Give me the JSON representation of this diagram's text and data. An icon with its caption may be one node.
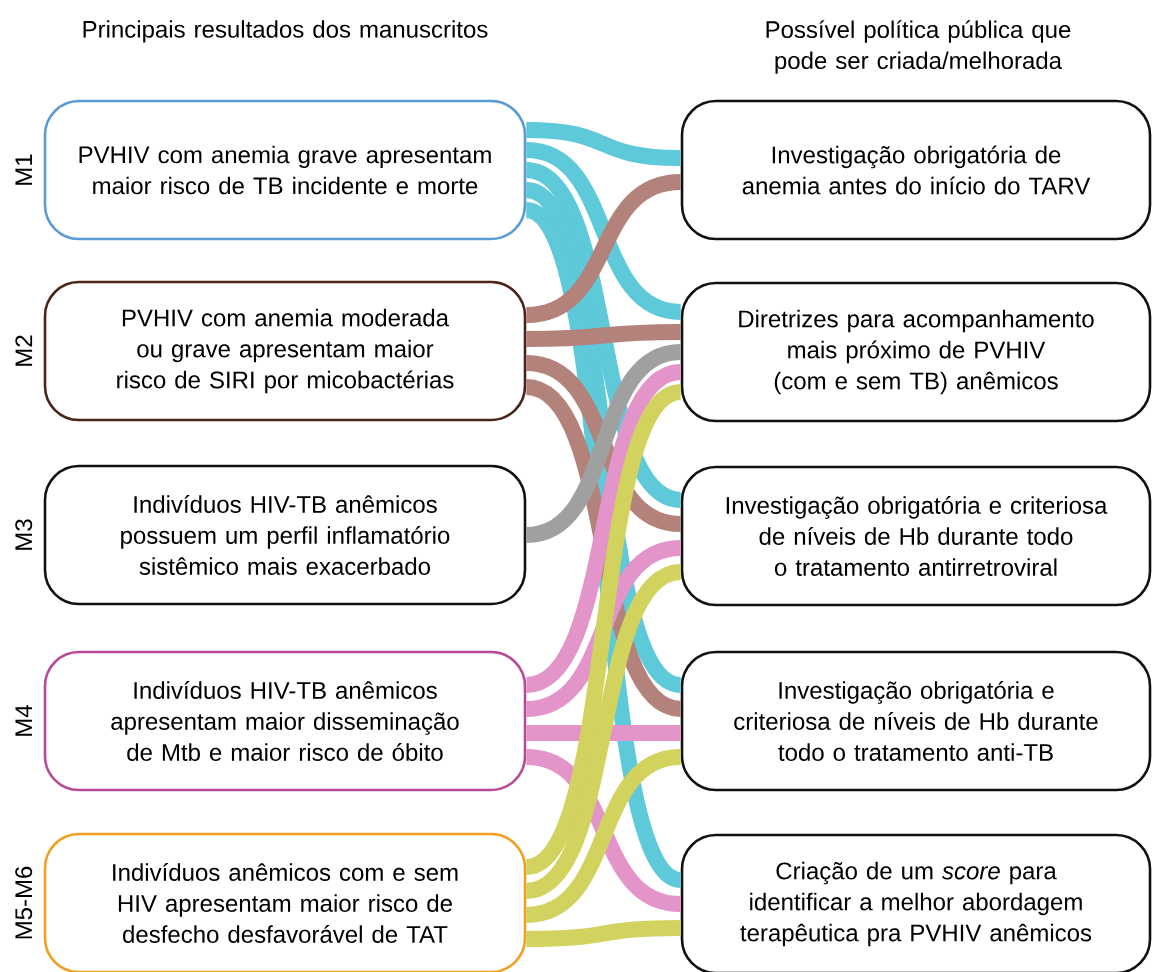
{
  "diagram": {
    "nodes": [
      {
        "text": [
          "PVHIV com anemia grave apresentam maior risco de TB incidente e morte"
        ],
        "beside": [
          "M1"
        ]
      },
      {
        "text": [
          "PVHIV com anemia moderada ou grave apresentam maior risco de SIRI por micobactérias"
        ],
        "beside": [
          "M2"
        ]
      },
      {
        "text": [
          "Indivíduos HIV-TB anêmicos possuem um perfil inflamatório sistêmico mais exacerbado"
        ],
        "beside": [
          "M3"
        ]
      },
      {
        "text": [
          "Indivíduos HIV-TB anêmicos apresentam maior disseminação de Mtb e maior risco de óbito"
        ],
        "beside": [
          "M4"
        ]
      },
      {
        "text": [
          "Indivíduos anêmicos com e sem HIV apresentam maior risco de desfecho desfavorável de TAT"
        ],
        "beside": [
          "M5-M6"
        ]
      },
      {
        "text": [
          "Investigação obrigatória de anemia antes do início do TARV"
        ]
      },
      {
        "text": [
          "Diretrizes para acompanhamento mais próximo de PVHIV (com e sem TB) anêmicos"
        ]
      },
      {
        "text": [
          "Investigação obrigatória e criteriosa de níveis de Hb durante todo o tratamento antirretroviral"
        ]
      },
      {
        "text": [
          "Investigação obrigatória e criteriosa de níveis de Hb durante todo o tratamento anti-TB"
        ]
      },
      {
        "text": [
          "Criação de um *score* para identificar a melhor abordagem terapêutica pra PVHIV anêmicos"
        ]
      }
    ],
    "edges": [
      {
        "from": 0,
        "to": 5,
        "arrow": "none",
        "color": "#5ec9d8"
      },
      {
        "from": 0,
        "to": 6,
        "arrow": "none",
        "color": "#5ec9d8"
      },
      {
        "from": 0,
        "to": 7,
        "arrow": "none",
        "color": "#5ec9d8"
      },
      {
        "from": 0,
        "to": 8,
        "arrow": "none",
        "color": "#5ec9d8"
      },
      {
        "from": 0,
        "to": 9,
        "arrow": "none",
        "color": "#5ec9d8"
      },
      {
        "from": 1,
        "to": 5,
        "arrow": "none",
        "color": "#b3837b"
      },
      {
        "from": 1,
        "to": 6,
        "arrow": "none",
        "color": "#b3837b"
      },
      {
        "from": 1,
        "to": 7,
        "arrow": "none",
        "color": "#b3837b"
      },
      {
        "from": 1,
        "to": 8,
        "arrow": "none",
        "color": "#b3837b"
      },
      {
        "from": 2,
        "to": 6,
        "arrow": "none",
        "color": "#a0a0a0"
      },
      {
        "from": 3,
        "to": 6,
        "arrow": "none",
        "color": "#e394c9"
      },
      {
        "from": 3,
        "to": 7,
        "arrow": "none",
        "color": "#e394c9"
      },
      {
        "from": 3,
        "to": 8,
        "arrow": "none",
        "color": "#e394c9"
      },
      {
        "from": 3,
        "to": 9,
        "arrow": "none",
        "color": "#e394c9"
      },
      {
        "from": 4,
        "to": 6,
        "arrow": "none",
        "color": "#d1d35e"
      },
      {
        "from": 4,
        "to": 7,
        "arrow": "none",
        "color": "#d1d35e"
      },
      {
        "from": 4,
        "to": 8,
        "arrow": "none",
        "color": "#d1d35e"
      },
      {
        "from": 4,
        "to": 9,
        "arrow": "none",
        "color": "#d1d35e"
      }
    ],
    "labels": [
      "Principais resultados dos manuscritos",
      "Possível política pública que pode ser criada/melhorada"
    ]
  }
}
